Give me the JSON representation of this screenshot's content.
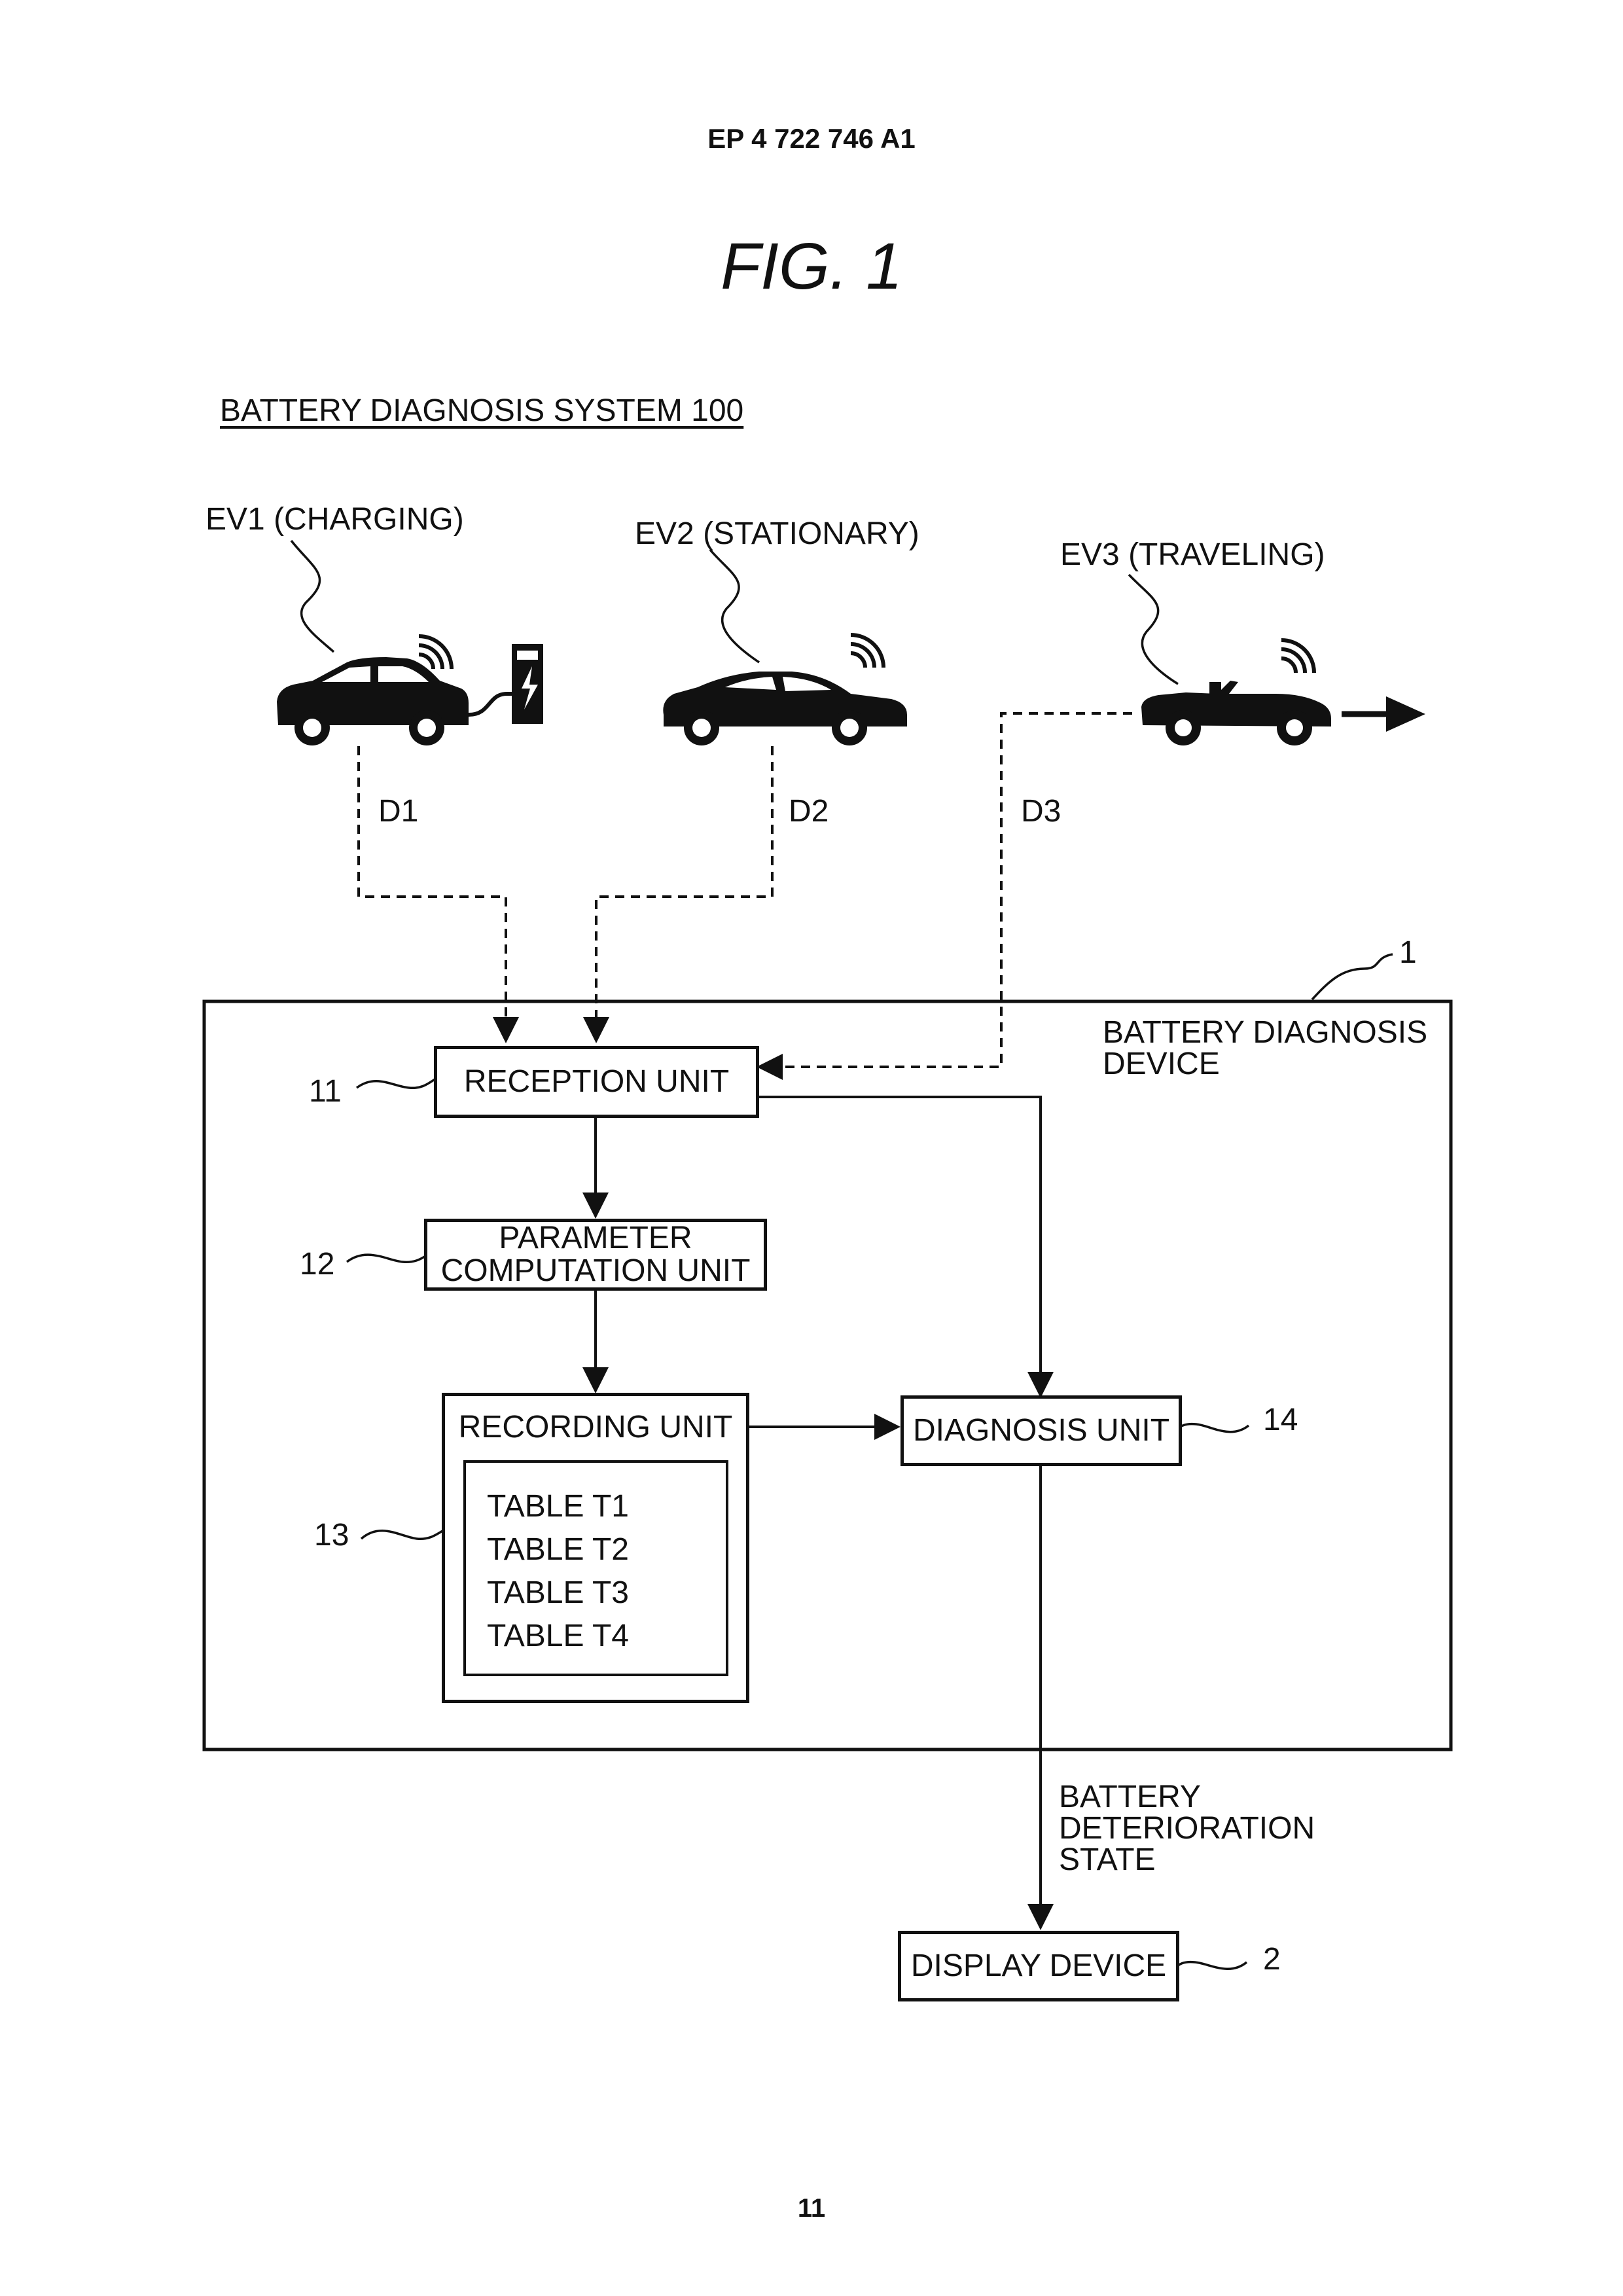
{
  "header": {
    "publication_number": "EP 4 722 746 A1"
  },
  "figure": {
    "title": "FIG. 1"
  },
  "system": {
    "title": "BATTERY DIAGNOSIS SYSTEM 100"
  },
  "vehicles": [
    {
      "label": "EV1 (CHARGING)",
      "data_label": "D1",
      "icon": "car-charging-icon"
    },
    {
      "label": "EV2 (STATIONARY)",
      "data_label": "D2",
      "icon": "car-stationary-icon"
    },
    {
      "label": "EV3 (TRAVELING)",
      "data_label": "D3",
      "icon": "car-convertible-traveling-icon"
    }
  ],
  "device": {
    "ref": "1",
    "label_line1": "BATTERY DIAGNOSIS",
    "label_line2": "DEVICE",
    "units": {
      "reception": {
        "ref": "11",
        "label": "RECEPTION UNIT"
      },
      "parameter": {
        "ref": "12",
        "label_line1": "PARAMETER",
        "label_line2": "COMPUTATION UNIT"
      },
      "recording": {
        "ref": "13",
        "label": "RECORDING UNIT",
        "tables": [
          "TABLE T1",
          "TABLE T2",
          "TABLE T3",
          "TABLE T4"
        ]
      },
      "diagnosis": {
        "ref": "14",
        "label": "DIAGNOSIS UNIT"
      }
    }
  },
  "output": {
    "label_line1": "BATTERY",
    "label_line2": "DETERIORATION",
    "label_line3": "STATE"
  },
  "display": {
    "ref": "2",
    "label": "DISPLAY DEVICE"
  },
  "footer": {
    "page_number": "11"
  }
}
